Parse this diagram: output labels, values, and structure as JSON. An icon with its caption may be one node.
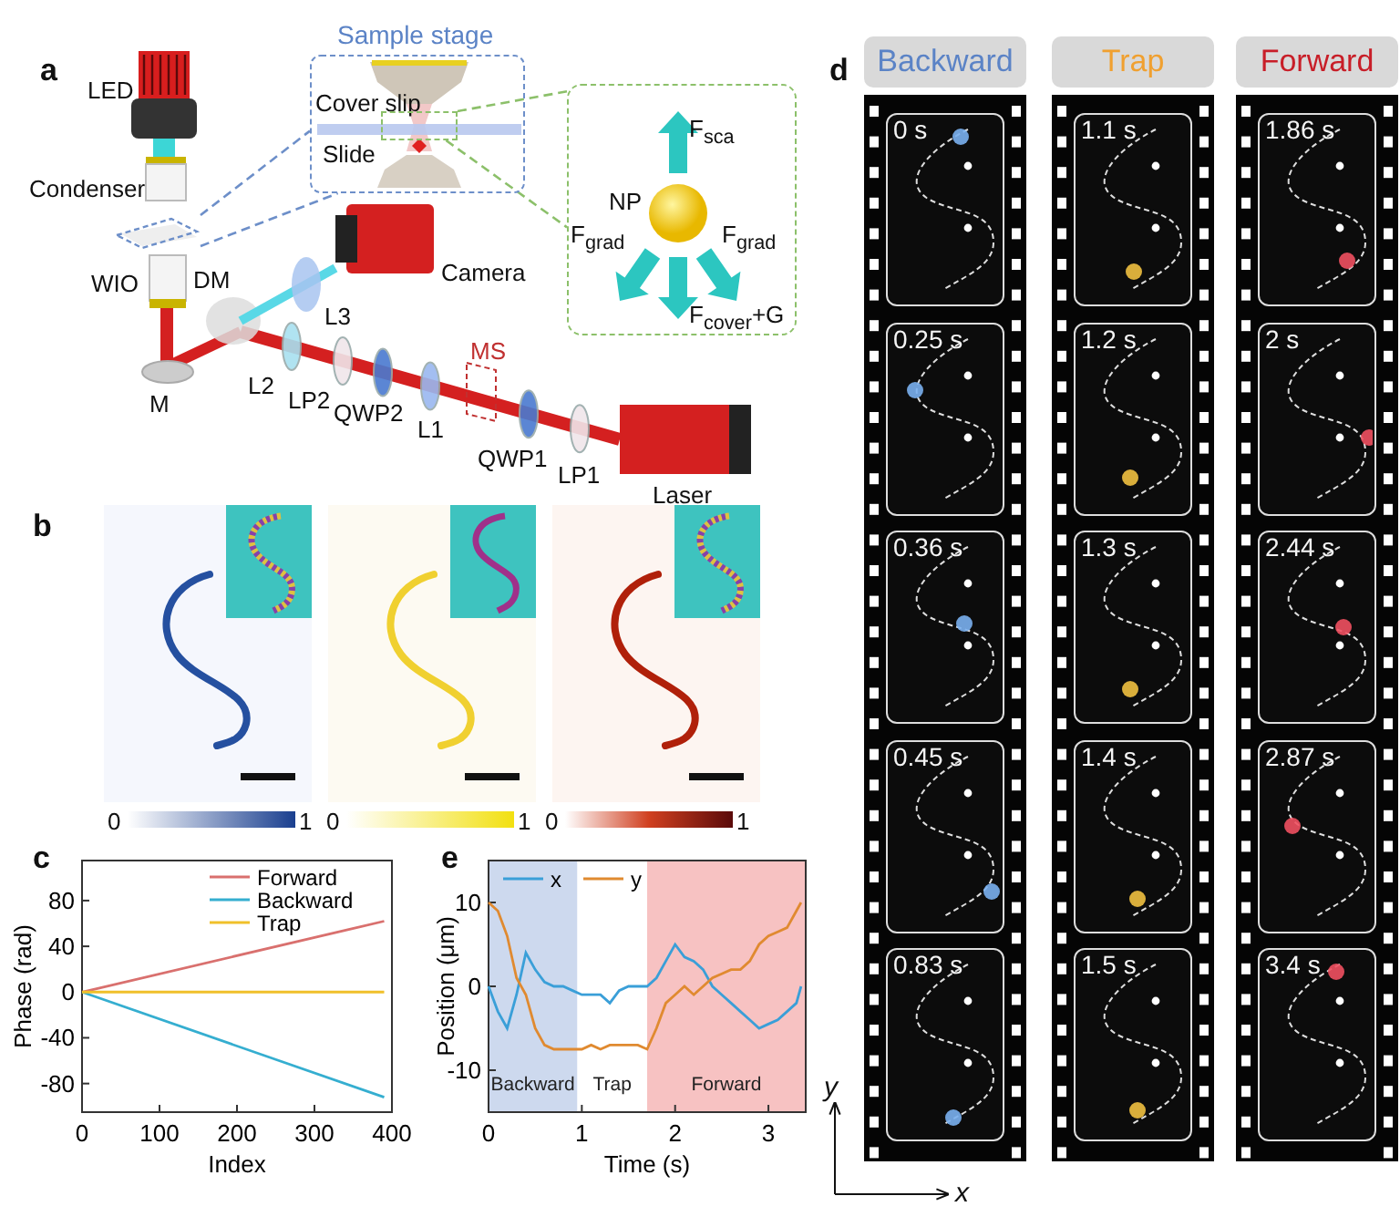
{
  "diagram": {
    "nodes": [
      {
        "text": [
          "Sample stage",
          "Cover slip",
          "Slide"
        ]
      },
      {
        "text": [],
        "shape": "box",
        "in": 0
      },
      {
        "text": [
          "NP",
          "F$_{sca}$",
          "F$_{grad}$",
          "F$_{grad}$",
          "F$_{cover}$+G"
        ]
      },
      {
        "text": [],
        "shape": "box"
      },
      {
        "text": [
          "Backward"
        ]
      },
      {
        "text": [
          "Trap"
        ]
      },
      {
        "text": [
          "Forward"
        ]
      },
      {
        "text": [
          "0 s"
        ]
      },
      {
        "text": [
          "0.25 s"
        ]
      },
      {
        "text": [
          "0.36 s"
        ]
      },
      {
        "text": [
          "0.45 s"
        ]
      },
      {
        "text": [
          "0.83 s"
        ]
      },
      {
        "text": [
          "1.1 s"
        ]
      },
      {
        "text": [
          "1.2 s"
        ]
      },
      {
        "text": [
          "1.3 s"
        ]
      },
      {
        "text": [
          "1.4 s"
        ]
      },
      {
        "text": [
          "1.5 s"
        ]
      },
      {
        "text": [
          "1.86 s"
        ]
      },
      {
        "text": [
          "2 s"
        ]
      },
      {
        "text": [
          "2.44 s"
        ]
      },
      {
        "text": [
          "2.87 s"
        ]
      },
      {
        "text": [
          "3.4 s"
        ]
      }
    ],
    "edges": [
      {
        "from": 3,
        "to": 0,
        "arrow": "none",
        "style": "dashed",
        "color": "#6d8fc9"
      },
      {
        "from": 3,
        "to": 0,
        "arrow": "none",
        "style": "dashed",
        "color": "#6d8fc9"
      },
      {
        "from": 1,
        "to": 2,
        "arrow": "none",
        "style": "dashed",
        "color": "#8cc06a"
      },
      {
        "from": 1,
        "to": 2,
        "arrow": "none",
        "style": "dashed",
        "color": "#8cc06a"
      }
    ],
    "labels": [
      "a",
      "LED",
      "Condenser",
      "WIO",
      "DM",
      "Camera",
      "L3",
      "M",
      "L2",
      "LP2",
      "QWP2",
      "L1",
      "MS",
      "QWP1",
      "LP1",
      "Laser",
      "d",
      "b",
      "0",
      "1",
      "0",
      "1",
      "0",
      "1",
      "c",
      "e",
      "y",
      "x"
    ],
    "chart_data": [
      {
        "type": "line",
        "xlabel": "Index",
        "ylabel": "Phase (rad)",
        "x": [
          0,
          390
        ],
        "series": [
          {
            "name": "Forward",
            "color": "#d9706e",
            "values": [
              0,
              62
            ]
          },
          {
            "name": "Backward",
            "color": "#35aed0",
            "values": [
              0,
              -92
            ]
          },
          {
            "name": "Trap",
            "color": "#f0c02a",
            "values": [
              0,
              0
            ]
          }
        ],
        "xlim": [
          0,
          400
        ],
        "ylim": [
          -105,
          115
        ],
        "xticks": [
          0,
          100,
          200,
          300,
          400
        ],
        "yticks": [
          -80,
          -40,
          0,
          40,
          80
        ],
        "legend": "upper right"
      },
      {
        "type": "line",
        "xlabel": "Time (s)",
        "ylabel": "Position (μm)",
        "x": [
          0,
          0.1,
          0.2,
          0.3,
          0.4,
          0.5,
          0.6,
          0.7,
          0.8,
          0.9,
          1.0,
          1.1,
          1.2,
          1.3,
          1.4,
          1.5,
          1.6,
          1.7,
          1.8,
          1.9,
          2.0,
          2.1,
          2.2,
          2.3,
          2.4,
          2.5,
          2.6,
          2.7,
          2.8,
          2.9,
          3.0,
          3.1,
          3.2,
          3.3,
          3.35
        ],
        "series": [
          {
            "name": "x",
            "color": "#3a9fd8",
            "values": [
              0,
              -3,
              -5,
              -1,
              4,
              2,
              0.5,
              0,
              0,
              -0.5,
              -1,
              -1,
              -1,
              -2,
              -0.5,
              0,
              0,
              0,
              1,
              3,
              5,
              3.5,
              3,
              2,
              0,
              -1,
              -2,
              -3,
              -4,
              -5,
              -4.5,
              -4,
              -3,
              -2,
              0
            ]
          },
          {
            "name": "y",
            "color": "#e08a30",
            "values": [
              10,
              9,
              6,
              1,
              -1,
              -5,
              -7,
              -7.5,
              -7.5,
              -7.5,
              -7.5,
              -7,
              -7.5,
              -7,
              -7,
              -7,
              -7,
              -7.5,
              -5,
              -2,
              -1,
              0,
              -1,
              0,
              1,
              1.5,
              2,
              2,
              3,
              5,
              6,
              6.5,
              7,
              9,
              10
            ]
          }
        ],
        "xlim": [
          0,
          3.4
        ],
        "ylim": [
          -15,
          15
        ],
        "xticks": [
          0,
          1,
          2,
          3
        ],
        "yticks": [
          -10,
          0,
          10
        ],
        "legend": "upper left",
        "bands": [
          {
            "axis": "x",
            "from": 0,
            "to": 0.95,
            "color": "#cdd9ee"
          },
          {
            "axis": "x",
            "from": 1.7,
            "to": 3.4,
            "color": "#f7c2c2"
          }
        ],
        "annotations": [
          "Backward",
          "Trap",
          "Forward"
        ]
      }
    ]
  }
}
